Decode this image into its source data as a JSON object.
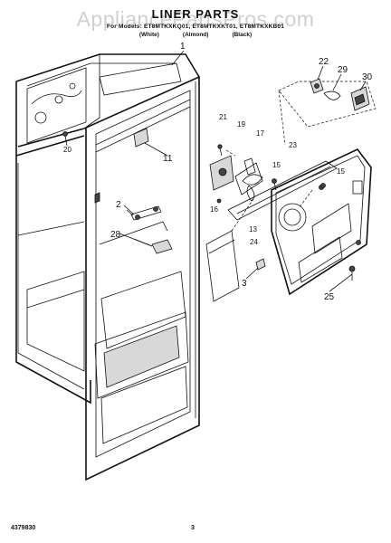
{
  "header": {
    "title": "LINER PARTS",
    "subtitle": "For Models: ET8MTKXKQ01, ET8MTKXKT01, ET8MTKXKB01",
    "variants": [
      "(White)",
      "(Almond)",
      "(Black)"
    ]
  },
  "watermark": "AppliancePartsPros.com",
  "callouts": {
    "c1": "1",
    "c2": "2",
    "c3": "3",
    "c11": "11",
    "c13": "13",
    "c15a": "15",
    "c15b": "15",
    "c16": "16",
    "c17": "17",
    "c19": "19",
    "c20": "20",
    "c21": "21",
    "c22": "22",
    "c23": "23",
    "c24": "24",
    "c25": "25",
    "c28": "28",
    "c29": "29",
    "c30": "30"
  },
  "footer": {
    "doc_number": "4379830",
    "page_number": "3"
  }
}
